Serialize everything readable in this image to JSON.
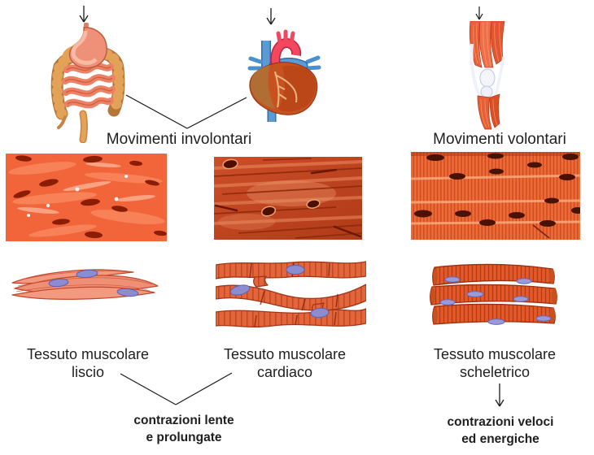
{
  "movement_labels": {
    "involuntary": "Movimenti involontari",
    "voluntary": "Movimenti volontari"
  },
  "organs": [
    {
      "icon": "digestive-system-icon",
      "movement": "involuntary"
    },
    {
      "icon": "heart-icon",
      "movement": "involuntary"
    },
    {
      "icon": "knee-muscles-icon",
      "movement": "voluntary"
    }
  ],
  "tissues": [
    {
      "label_line1": "Tessuto muscolare",
      "label_line2": "liscio"
    },
    {
      "label_line1": "Tessuto muscolare",
      "label_line2": "cardiaco"
    },
    {
      "label_line1": "Tessuto muscolare",
      "label_line2": "scheletrico"
    }
  ],
  "contractions": {
    "slow": {
      "line1": "contrazioni lente",
      "line2": "e prolungate"
    },
    "fast": {
      "line1": "contrazioni veloci",
      "line2": "ed energiche"
    }
  },
  "colors": {
    "text": "#1f1f1f",
    "micrograph_orange": "#ee6a38",
    "muscle_red": "#e05a30",
    "nucleus_purple": "#8c8cd0",
    "background": "#ffffff"
  }
}
